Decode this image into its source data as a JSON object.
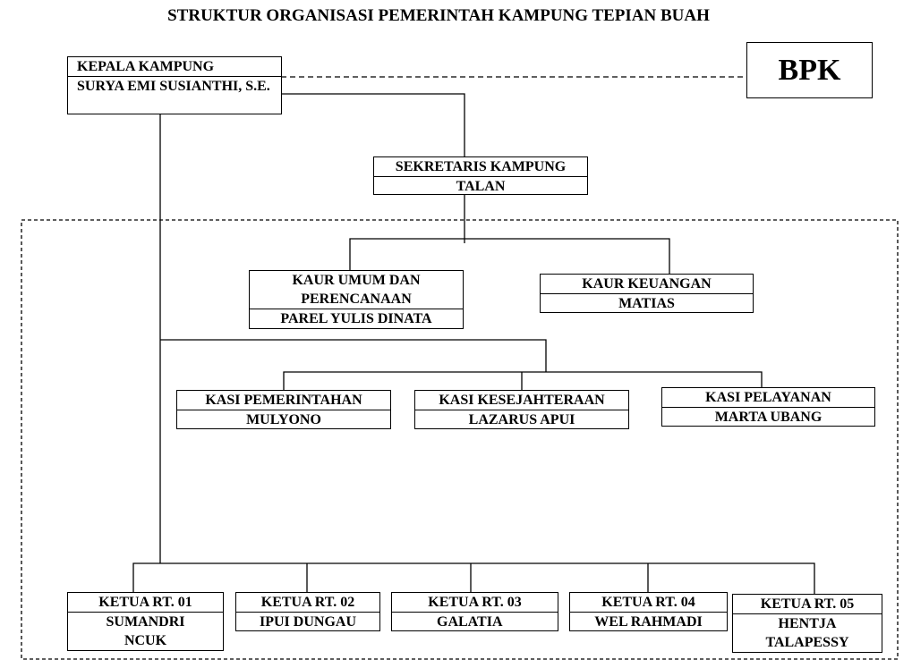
{
  "title": "STRUKTUR ORGANISASI PEMERINTAH KAMPUNG TEPIAN BUAH",
  "bpk": "BPK",
  "kepala": {
    "position": "KEPALA KAMPUNG",
    "name": "SURYA EMI SUSIANTHI, S.E."
  },
  "sekretaris": {
    "position": "SEKRETARIS KAMPUNG",
    "name": "TALAN"
  },
  "kaur": [
    {
      "position": "KAUR UMUM DAN PERENCANAAN",
      "name": "PAREL YULIS DINATA"
    },
    {
      "position": "KAUR KEUANGAN",
      "name": "MATIAS"
    }
  ],
  "kasi": [
    {
      "position": "KASI PEMERINTAHAN",
      "name": "MULYONO"
    },
    {
      "position": "KASI KESEJAHTERAAN",
      "name": "LAZARUS APUI"
    },
    {
      "position": "KASI PELAYANAN",
      "name": "MARTA UBANG"
    }
  ],
  "rt": [
    {
      "position": "KETUA RT. 01",
      "name": "SUMANDRI NCUK"
    },
    {
      "position": "KETUA RT. 02",
      "name": "IPUI DUNGAU"
    },
    {
      "position": "KETUA RT. 03",
      "name": "GALATIA"
    },
    {
      "position": "KETUA RT. 04",
      "name": "WEL RAHMADI"
    },
    {
      "position": "KETUA RT. 05",
      "name": "HENTJA TALAPESSY"
    }
  ]
}
